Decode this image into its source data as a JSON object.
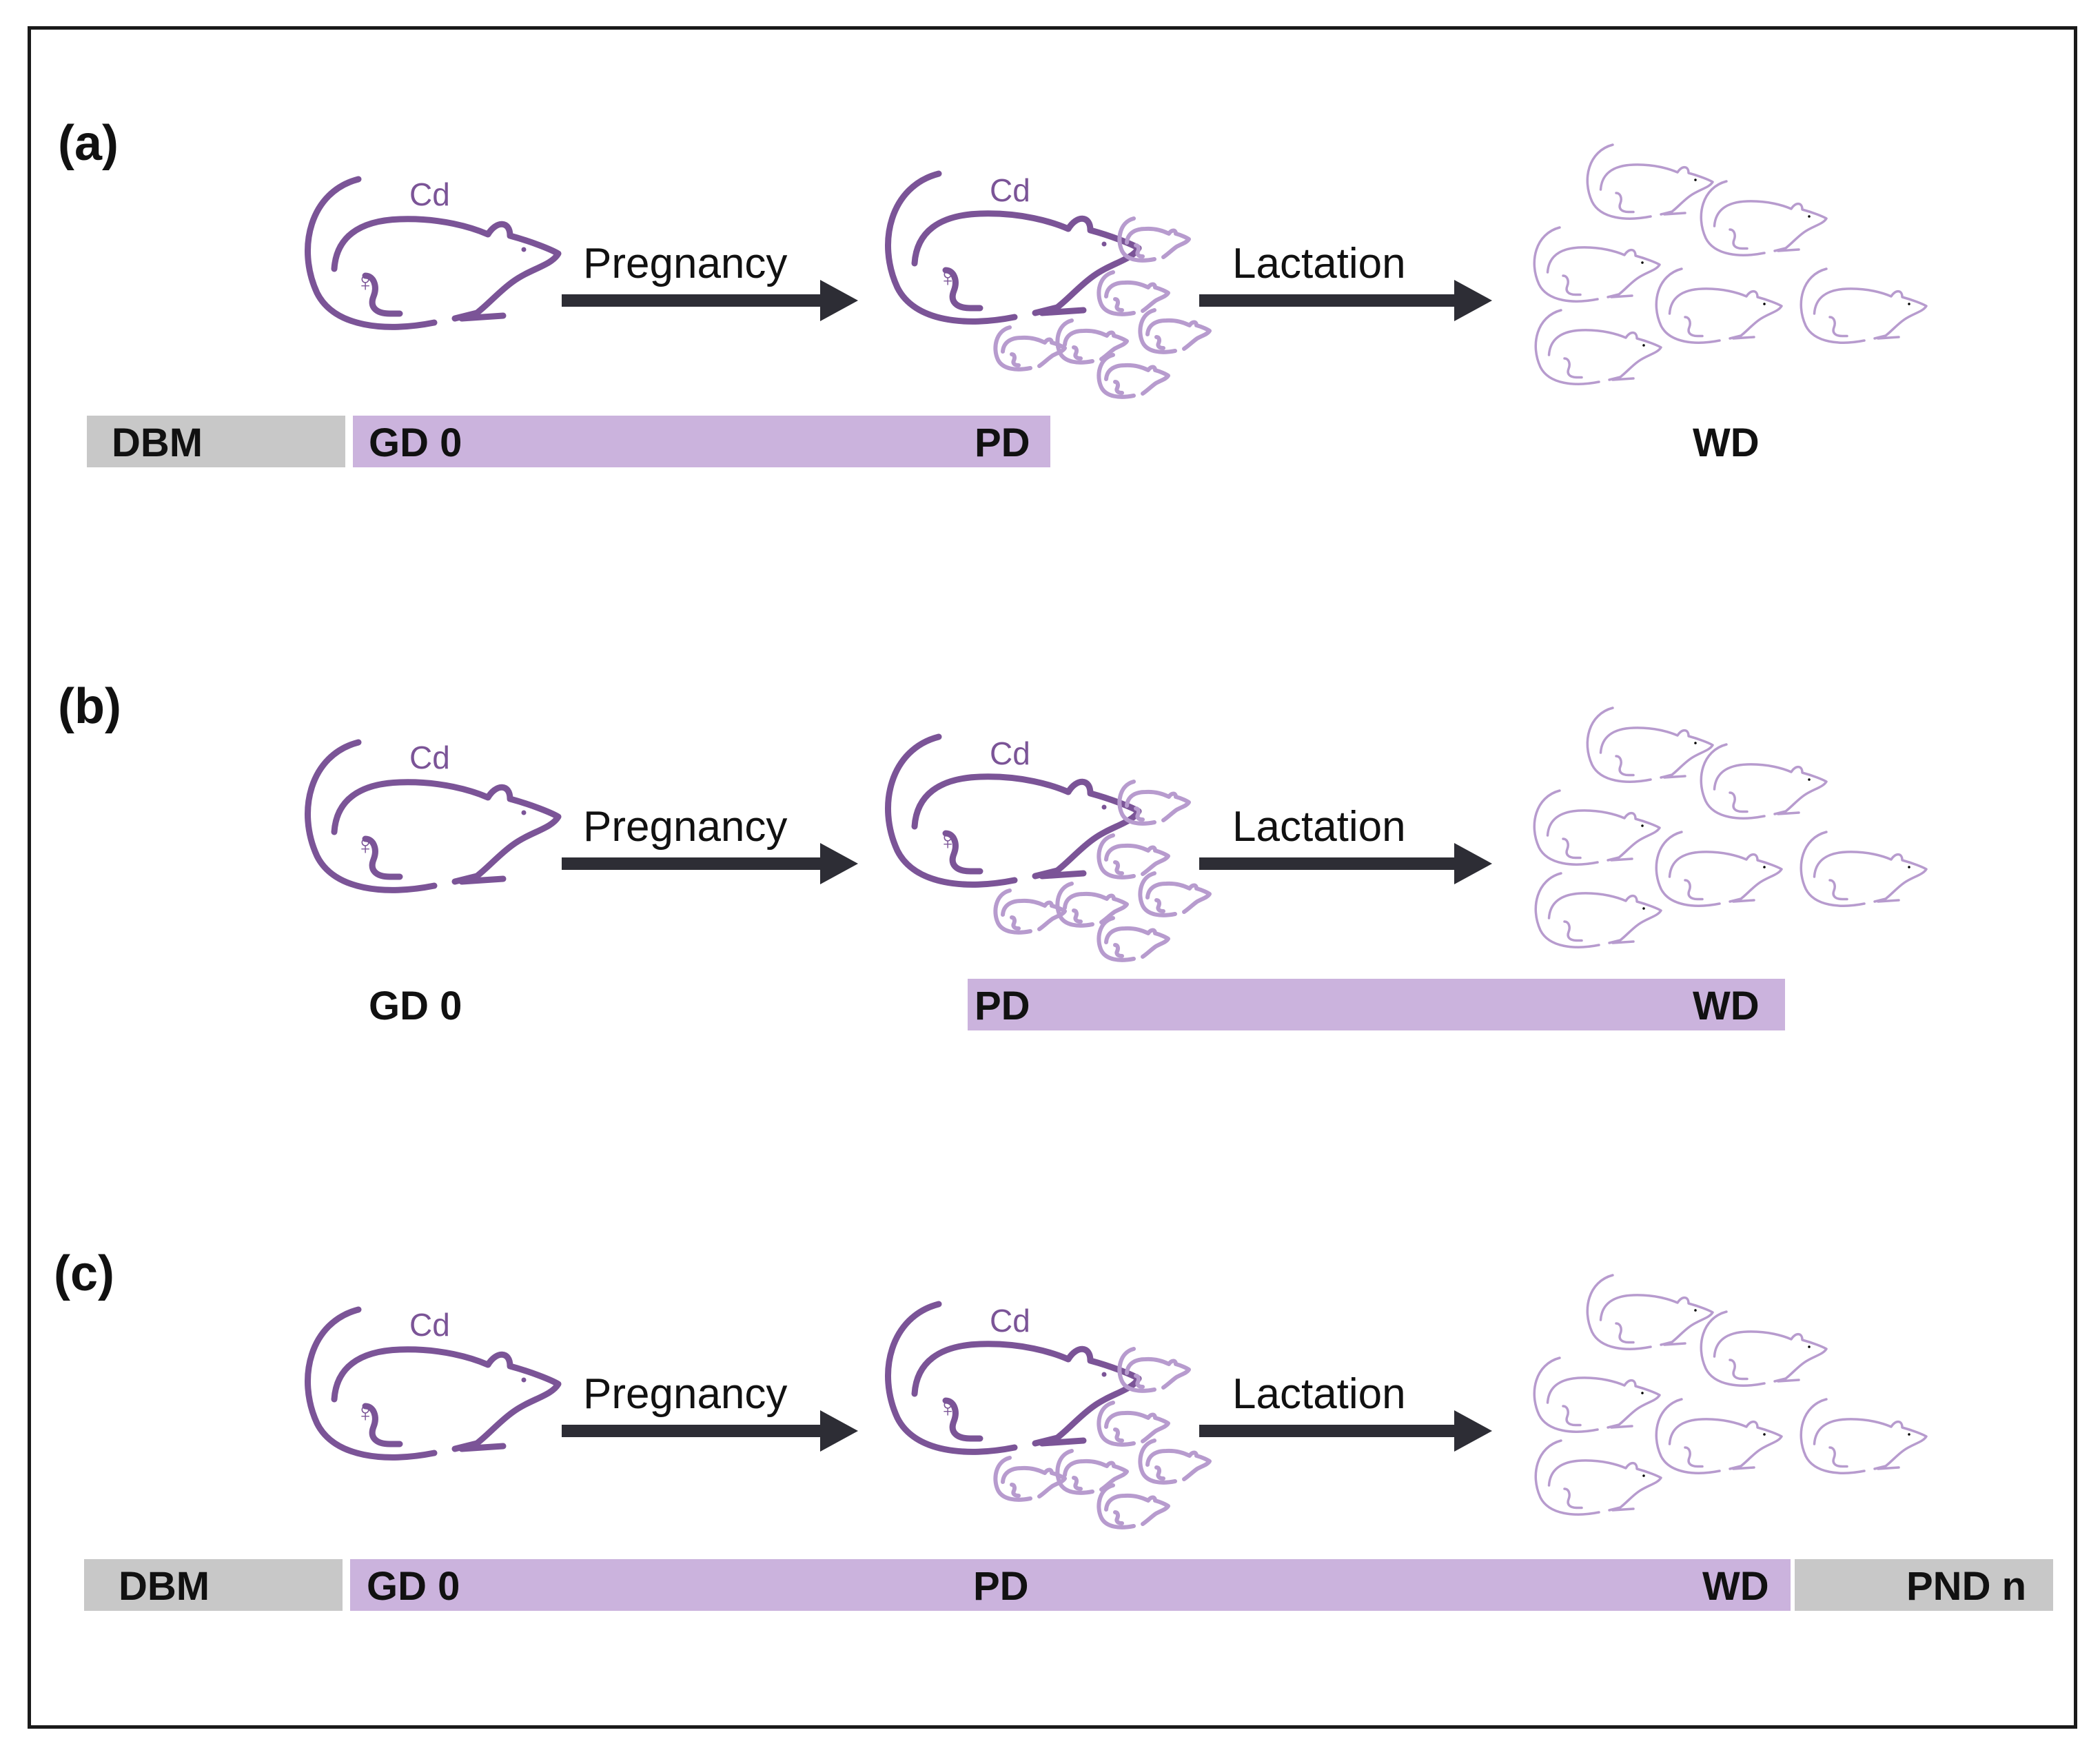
{
  "colors": {
    "mouse_dark": "#7b5497",
    "mouse_light": "#b79bce",
    "exposure_bar": "#cbb3dd",
    "grey_bar": "#c8c8c8",
    "arrow": "#2d2d35",
    "border": "#1a1a1a"
  },
  "icons": [
    "mouse-icon",
    "pup-icon",
    "female-symbol-icon",
    "arrow-icon"
  ],
  "panels": [
    {
      "label": "(a)",
      "dam_label": "Cd",
      "pregnancy_label": "Pregnancy",
      "lactation_label": "Lactation",
      "timeline": {
        "dbm": "DBM",
        "gd0": "GD 0",
        "pd": "PD",
        "wd": "WD"
      }
    },
    {
      "label": "(b)",
      "dam_label": "Cd",
      "pregnancy_label": "Pregnancy",
      "lactation_label": "Lactation",
      "timeline": {
        "gd0": "GD 0",
        "pd": "PD",
        "wd": "WD"
      }
    },
    {
      "label": "(c)",
      "dam_label": "Cd",
      "pregnancy_label": "Pregnancy",
      "lactation_label": "Lactation",
      "timeline": {
        "dbm": "DBM",
        "gd0": "GD 0",
        "pd": "PD",
        "wd": "WD",
        "pnd": "PND n"
      }
    }
  ]
}
